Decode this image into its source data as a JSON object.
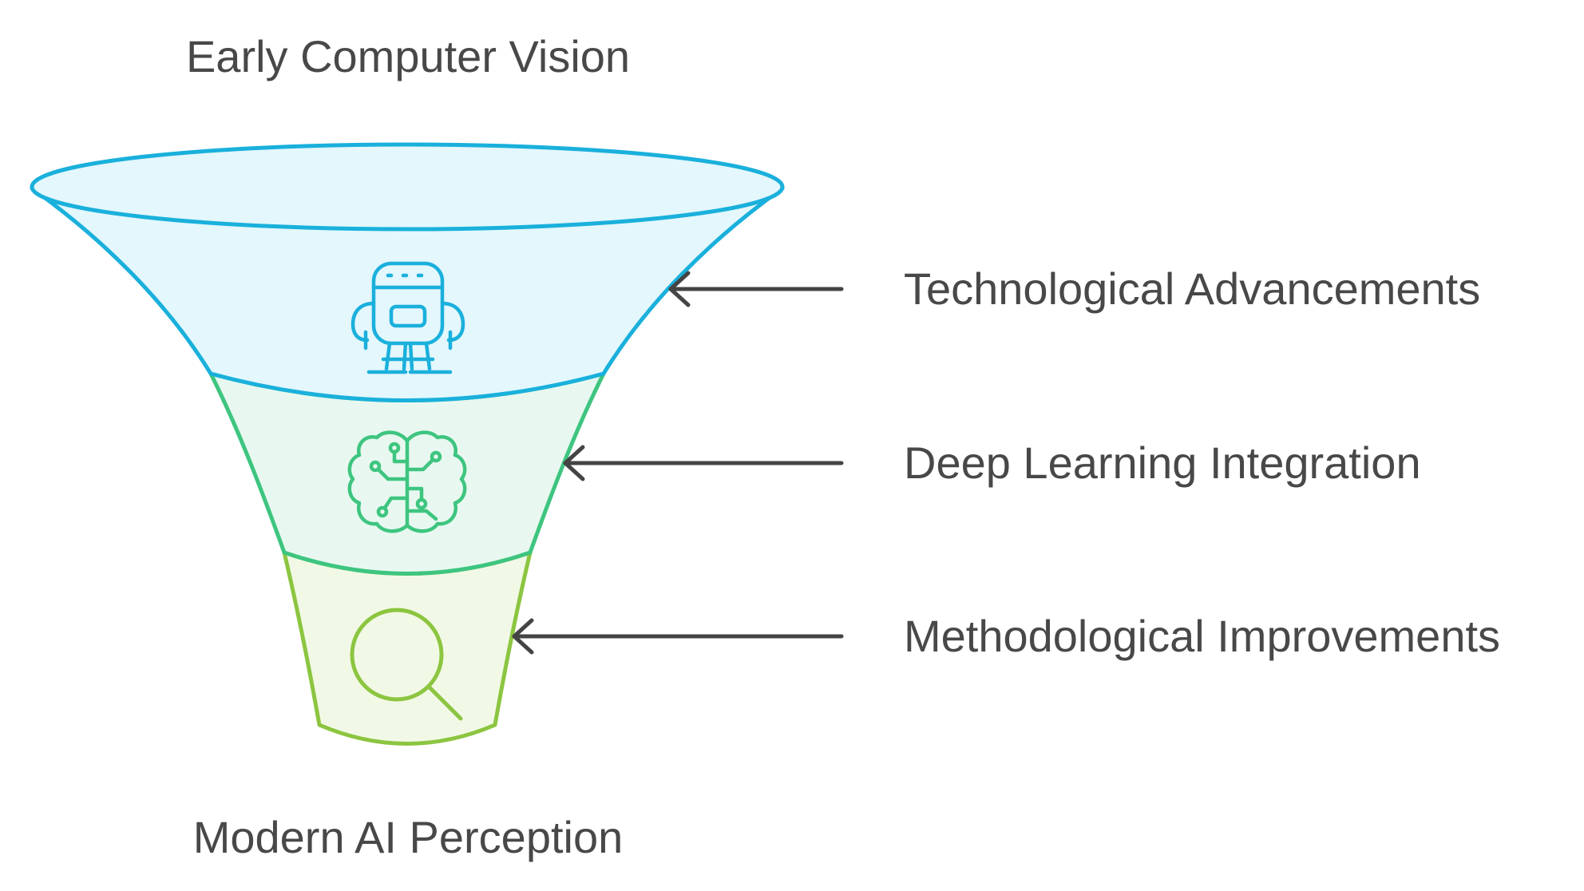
{
  "diagram": {
    "type": "funnel",
    "top_label": "Early Computer Vision",
    "bottom_label": "Modern AI Perception",
    "stages": [
      {
        "label": "Technological Advancements",
        "icon": "robot-icon",
        "stroke_color": "#1ab0dc",
        "fill_color": "#e3f7fc"
      },
      {
        "label": "Deep Learning Integration",
        "icon": "brain-circuit-icon",
        "stroke_color": "#3ec57f",
        "fill_color": "#e8f8f0"
      },
      {
        "label": "Methodological Improvements",
        "icon": "magnifier-icon",
        "stroke_color": "#8cc540",
        "fill_color": "#f1f9e6"
      }
    ],
    "arrow_color": "#444444",
    "text_color": "#484848"
  }
}
